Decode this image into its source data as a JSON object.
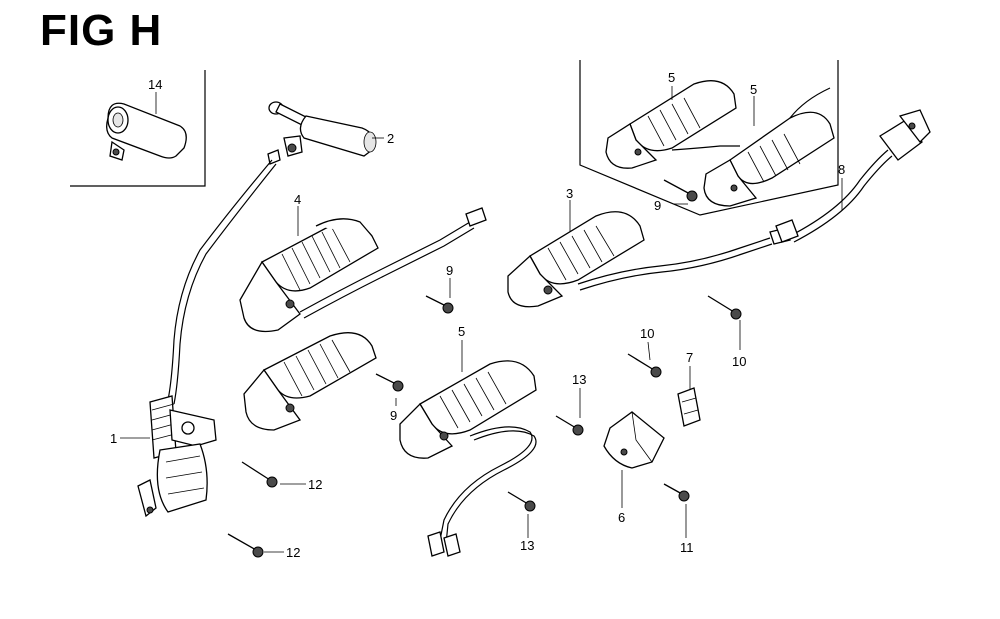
{
  "figure": {
    "title": "FIG H"
  },
  "callouts": [
    {
      "id": "c14",
      "text": "14"
    },
    {
      "id": "c2",
      "text": "2"
    },
    {
      "id": "c4",
      "text": "4"
    },
    {
      "id": "c1",
      "text": "1"
    },
    {
      "id": "c12a",
      "text": "12"
    },
    {
      "id": "c12b",
      "text": "12"
    },
    {
      "id": "c9a",
      "text": "9"
    },
    {
      "id": "c9b",
      "text": "9"
    },
    {
      "id": "c5a",
      "text": "5"
    },
    {
      "id": "c13a",
      "text": "13"
    },
    {
      "id": "c13b",
      "text": "13"
    },
    {
      "id": "c3",
      "text": "3"
    },
    {
      "id": "c10a",
      "text": "10"
    },
    {
      "id": "c10b",
      "text": "10"
    },
    {
      "id": "c7",
      "text": "7"
    },
    {
      "id": "c6",
      "text": "6"
    },
    {
      "id": "c11",
      "text": "11"
    },
    {
      "id": "c5b",
      "text": "5"
    },
    {
      "id": "c5c",
      "text": "5"
    },
    {
      "id": "c9c",
      "text": "9"
    },
    {
      "id": "c8",
      "text": "8"
    }
  ]
}
